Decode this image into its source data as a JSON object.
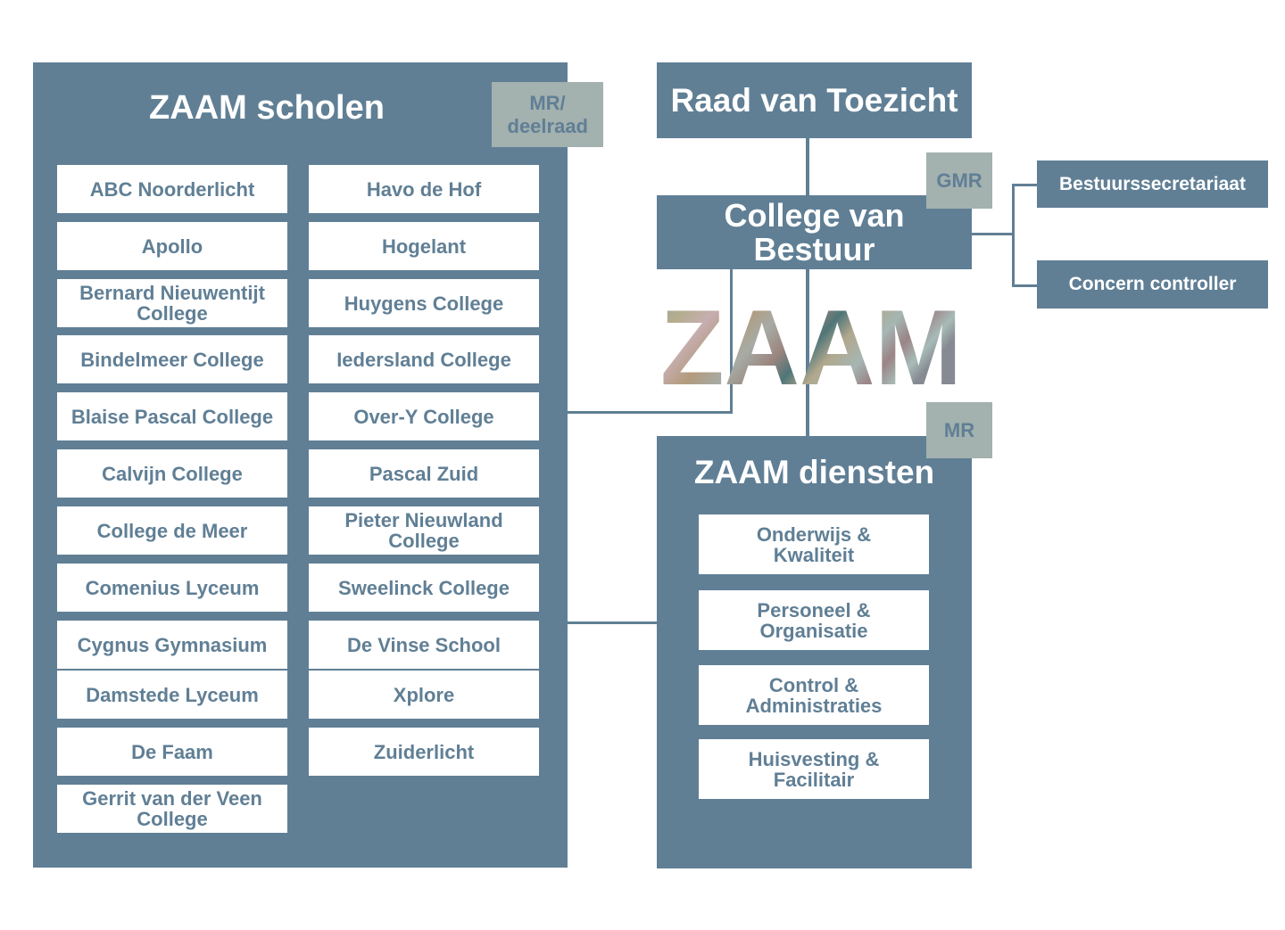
{
  "scholen": {
    "title": "ZAAM scholen",
    "tag": "MR/ deelraad",
    "left": [
      "ABC Noorderlicht",
      "Apollo",
      "Bernard Nieuwentijt College",
      "Bindelmeer College",
      "Blaise Pascal College",
      "Calvijn College",
      "College de Meer",
      "Comenius Lyceum",
      "Cygnus Gymnasium",
      "Damstede Lyceum",
      "De Faam",
      "Gerrit van der Veen College"
    ],
    "right": [
      "Havo de Hof",
      "Hogelant",
      "Huygens College",
      "Iedersland College",
      "Over-Y College",
      "Pascal Zuid",
      "Pieter Nieuwland College",
      "Sweelinck College",
      "De Vinse School",
      "Xplore",
      "Zuiderlicht"
    ]
  },
  "raad": {
    "title": "Raad van Toezicht"
  },
  "college": {
    "title": "College van Bestuur",
    "tag": "GMR"
  },
  "staff": [
    "Bestuurssecretariaat",
    "Concern controller"
  ],
  "logo": {
    "text": "ZAAM"
  },
  "diensten": {
    "title": "ZAAM diensten",
    "tag": "MR",
    "items": [
      "Onderwijs & Kwaliteit",
      "Personeel & Organisatie",
      "Control & Administraties",
      "Huisvesting & Facilitair"
    ]
  },
  "colors": {
    "panel": "#607f95",
    "tag": "#a3b1af",
    "background": "#ffffff"
  }
}
